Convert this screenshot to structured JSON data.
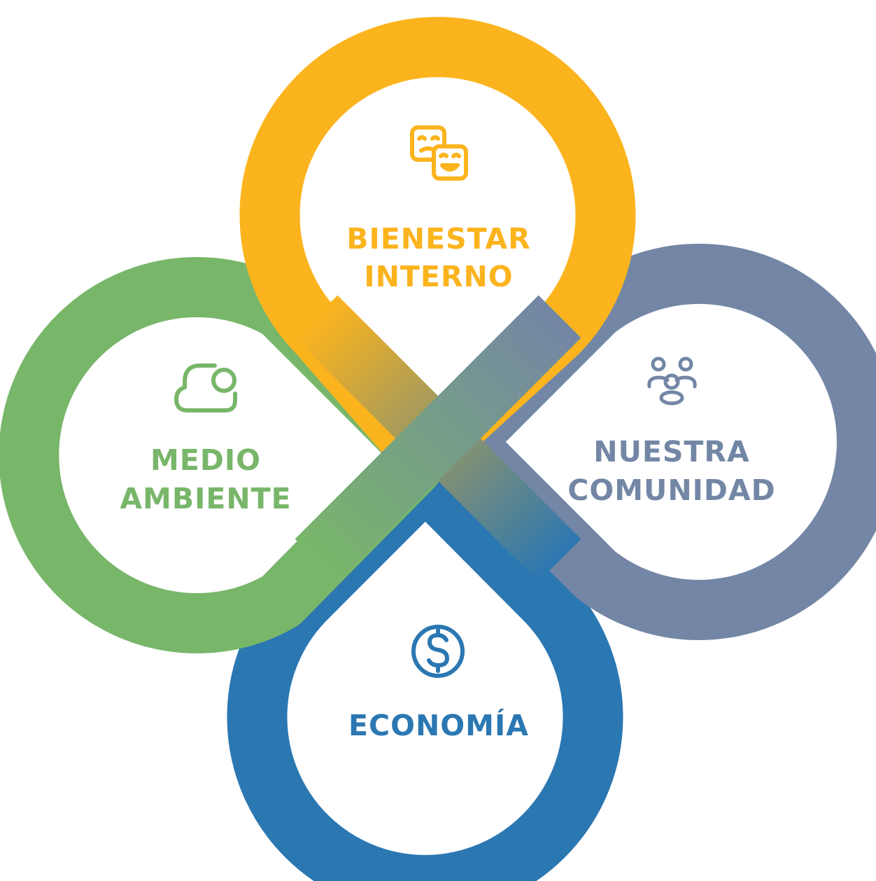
{
  "colors": {
    "bienestar": "#FBB41E",
    "comunidad": "#7386A5",
    "economia": "#2B77B2",
    "ambiente": "#78B66A"
  },
  "petals": {
    "bienestar": {
      "line1": "BIENESTAR",
      "line2": "INTERNO",
      "icon": "smiley-faces-icon"
    },
    "comunidad": {
      "line1": "NUESTRA",
      "line2": "COMUNIDAD",
      "icon": "people-group-icon"
    },
    "ambiente": {
      "line1": "MEDIO",
      "line2": "AMBIENTE",
      "icon": "sun-cloud-icon"
    },
    "economia": {
      "line1": "ECONOMÍA",
      "icon": "dollar-coin-icon"
    }
  }
}
